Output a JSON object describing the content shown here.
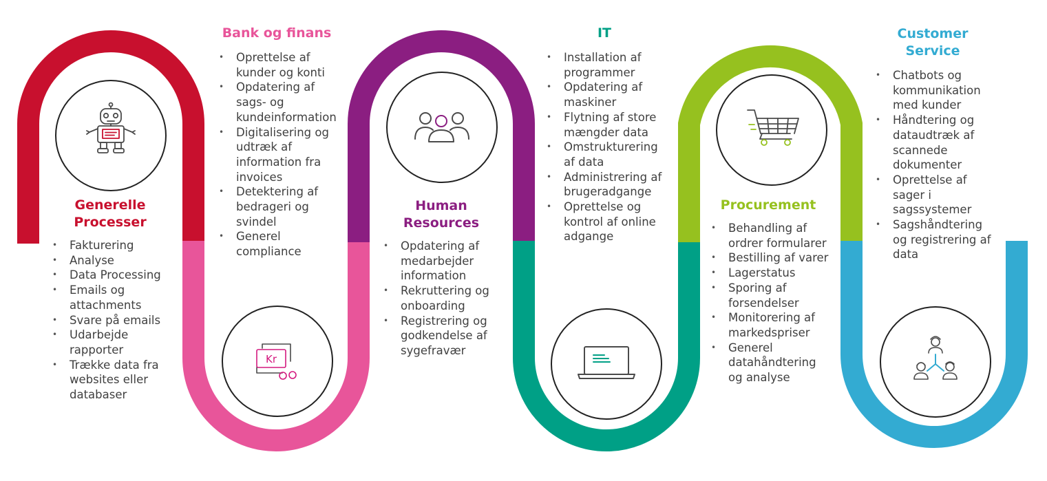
{
  "colors": {
    "red": "#c8102e",
    "pink": "#e8559a",
    "purple": "#8b1e81",
    "teal": "#00a086",
    "green": "#96c11f",
    "blue": "#33abd2",
    "text": "#404040"
  },
  "sections": [
    {
      "title": "Generelle Processer",
      "color": "#c8102e",
      "icon": "robot-icon",
      "items": [
        "Fakturering",
        "Analyse",
        "Data Processing",
        "Emails og attachments",
        "Svare på emails",
        "Udarbejde rapporter",
        "Trække data fra websites eller databaser"
      ]
    },
    {
      "title": "Bank og finans",
      "color": "#e8559a",
      "icon": "kr-currency-icon",
      "items": [
        "Oprettelse af kunder og konti",
        "Opdatering af sags- og kundeinformation",
        "Digitalisering og udtræk af information fra invoices",
        "Detektering af bedrageri og svindel",
        "Generel compliance"
      ]
    },
    {
      "title": "Human Resources",
      "color": "#8b1e81",
      "icon": "people-group-icon",
      "items": [
        "Opdatering af medarbejder information",
        "Rekruttering og onboarding",
        "Registrering og godkendelse af sygefravær"
      ]
    },
    {
      "title": "IT",
      "color": "#00a086",
      "icon": "laptop-icon",
      "items": [
        "Installation af programmer",
        "Opdatering af maskiner",
        "Flytning af store mængder data",
        "Omstrukturering af data",
        "Administrering af brugeradgange",
        "Oprettelse og kontrol af online adgange"
      ]
    },
    {
      "title": "Procurement",
      "color": "#96c11f",
      "icon": "shopping-cart-icon",
      "items": [
        "Behandling af ordrer formularer",
        "Bestilling af varer",
        "Lagerstatus",
        "Sporing af forsendelser",
        "Monitorering af markedspriser",
        "Generel datahåndtering og analyse"
      ]
    },
    {
      "title": "Customer Service",
      "color": "#33abd2",
      "icon": "customer-network-icon",
      "items": [
        "Chatbots og kommunikation med kunder",
        "Håndtering og dataudtræk af scannede dokumenter",
        "Oprettelse af sager i sagssystemer",
        "Sagshåndtering og registrering af data"
      ]
    }
  ]
}
